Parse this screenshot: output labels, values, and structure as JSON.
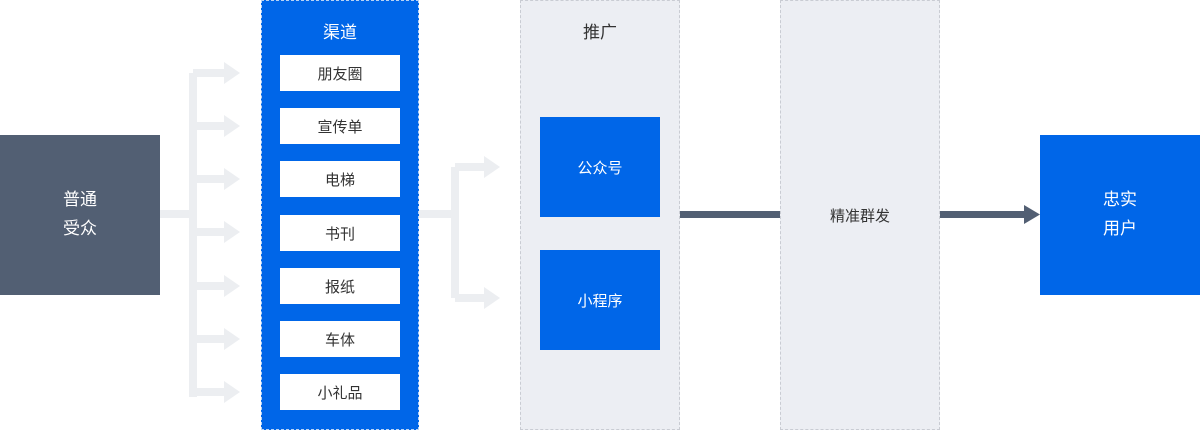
{
  "audience": {
    "line1": "普通",
    "line2": "受众"
  },
  "channels": {
    "title": "渠道",
    "items": [
      "朋友圈",
      "宣传单",
      "电梯",
      "书刊",
      "报纸",
      "车体",
      "小礼品"
    ]
  },
  "promotion": {
    "title": "推广",
    "items": [
      "公众号",
      "小程序"
    ]
  },
  "targeting": {
    "label": "精准群发"
  },
  "loyal_users": {
    "line1": "忠实",
    "line2": "用户"
  },
  "colors": {
    "primary_blue": "#0066e8",
    "slate": "#525f73",
    "connector_light": "#eceef1",
    "connector_dark": "#525f73",
    "panel_gray": "#eceef3"
  }
}
